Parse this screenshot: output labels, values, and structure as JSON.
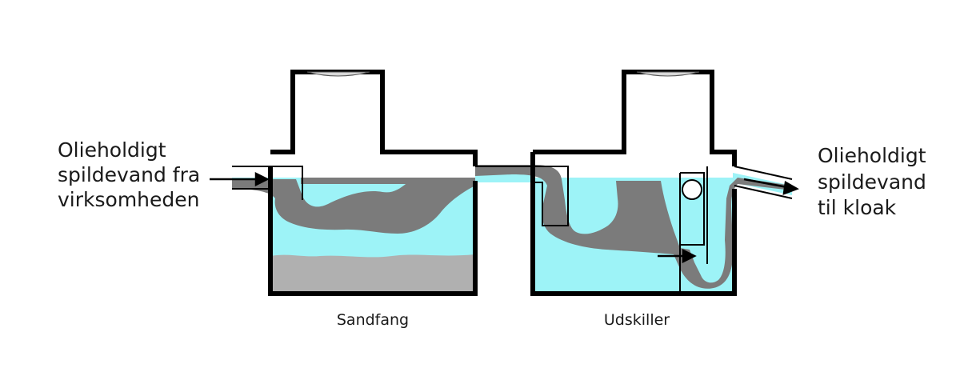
{
  "labels": {
    "inlet": [
      "Olieholdigt",
      "spildevand fra",
      "virksomheden"
    ],
    "outlet": [
      "Olieholdigt",
      "spildevand",
      "til kloak"
    ],
    "tank1": "Sandfang",
    "tank2": "Udskiller"
  },
  "colors": {
    "water": "#9df3f7",
    "oil": "#7b7b7b",
    "sand": "#b0b0b0",
    "wall": "#000000",
    "manhole": "#d8d8d8"
  }
}
